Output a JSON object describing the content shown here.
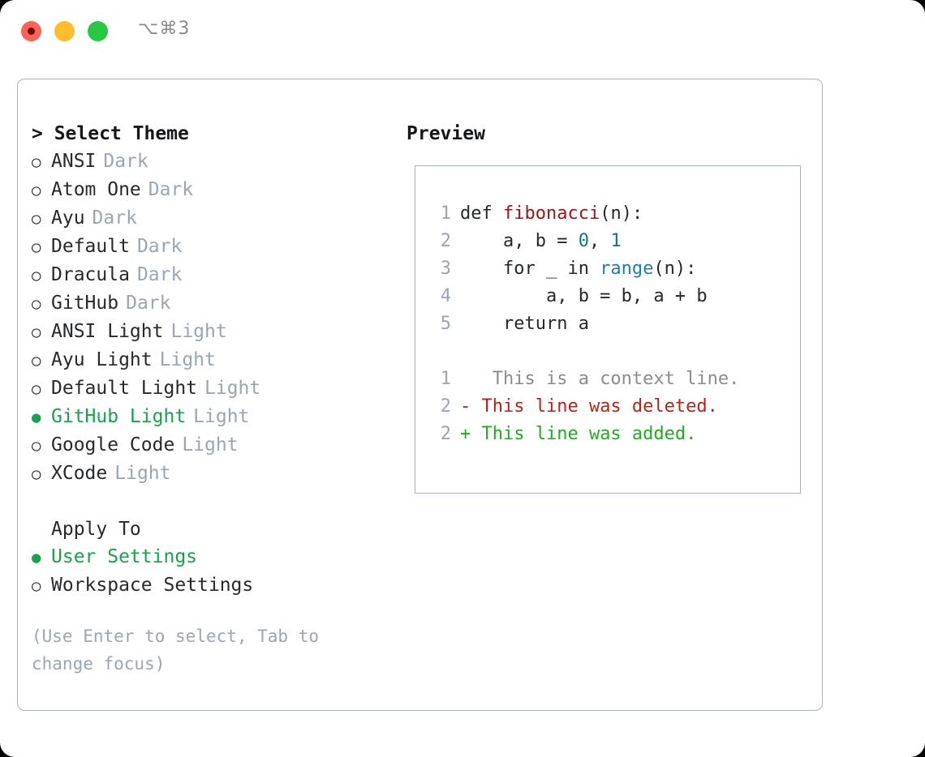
{
  "titlebar": {
    "shortcut": "⌥⌘3",
    "buttons": [
      {
        "name": "close",
        "color": "#ff6058"
      },
      {
        "name": "minimize",
        "color": "#ffbd2e"
      },
      {
        "name": "zoom",
        "color": "#28c840"
      }
    ]
  },
  "theme_selector": {
    "heading": "> Select Theme",
    "marker_selected": "●",
    "marker_unselected": "○",
    "selected_color": "#16a34a",
    "tag_color": "#9aa5b6",
    "items": [
      {
        "label": "ANSI",
        "tag": "Dark",
        "selected": false
      },
      {
        "label": "Atom One",
        "tag": "Dark",
        "selected": false
      },
      {
        "label": "Ayu",
        "tag": "Dark",
        "selected": false
      },
      {
        "label": "Default",
        "tag": "Dark",
        "selected": false
      },
      {
        "label": "Dracula",
        "tag": "Dark",
        "selected": false
      },
      {
        "label": "GitHub",
        "tag": "Dark",
        "selected": false
      },
      {
        "label": "ANSI Light",
        "tag": "Light",
        "selected": false
      },
      {
        "label": "Ayu Light",
        "tag": "Light",
        "selected": false
      },
      {
        "label": "Default Light",
        "tag": "Light",
        "selected": false
      },
      {
        "label": "GitHub Light",
        "tag": "Light",
        "selected": true
      },
      {
        "label": "Google Code",
        "tag": "Light",
        "selected": false
      },
      {
        "label": "XCode",
        "tag": "Light",
        "selected": false
      }
    ]
  },
  "apply_to": {
    "heading": "Apply To",
    "items": [
      {
        "label": "User Settings",
        "selected": true
      },
      {
        "label": "Workspace Settings",
        "selected": false
      }
    ]
  },
  "hint": "(Use Enter to select, Tab to change focus)",
  "preview": {
    "heading": "Preview",
    "code_lines": [
      {
        "number": "1",
        "tokens": [
          {
            "text": "def ",
            "type": "def"
          },
          {
            "text": "fibonacci",
            "type": "fn"
          },
          {
            "text": "(n):",
            "type": "punct"
          }
        ]
      },
      {
        "number": "2",
        "tokens": [
          {
            "text": "    a, b = ",
            "type": "plain"
          },
          {
            "text": "0",
            "type": "num"
          },
          {
            "text": ", ",
            "type": "plain"
          },
          {
            "text": "1",
            "type": "num"
          }
        ]
      },
      {
        "number": "3",
        "tokens": [
          {
            "text": "    for _ in ",
            "type": "plain"
          },
          {
            "text": "range",
            "type": "builtin"
          },
          {
            "text": "(n):",
            "type": "punct"
          }
        ]
      },
      {
        "number": "4",
        "tokens": [
          {
            "text": "        a, b = b, a + b",
            "type": "plain"
          }
        ]
      },
      {
        "number": "5",
        "tokens": [
          {
            "text": "    return a",
            "type": "plain"
          }
        ]
      }
    ],
    "diff_lines": [
      {
        "number": "1",
        "marker": " ",
        "text": "  This is a context line.",
        "type": "context"
      },
      {
        "number": "2",
        "marker": "-",
        "text": " This line was deleted.",
        "type": "del"
      },
      {
        "number": "2",
        "marker": "+",
        "text": " This line was added.",
        "type": "add"
      }
    ]
  }
}
